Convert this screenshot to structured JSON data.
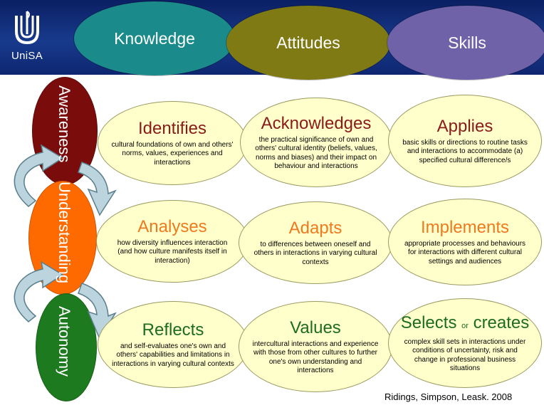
{
  "logo": {
    "wordmark": "UniSA"
  },
  "header": {
    "ovals": [
      {
        "label": "Knowledge",
        "color": "#1a8a8a"
      },
      {
        "label": "Attitudes",
        "color": "#7f7a14"
      },
      {
        "label": "Skills",
        "color": "#6f62a8"
      }
    ]
  },
  "stages": [
    {
      "label": "Awareness",
      "color": "#7a0c0c"
    },
    {
      "label": "Understanding",
      "color": "#ff6a00"
    },
    {
      "label": "Autonomy",
      "color": "#1e7a1e"
    }
  ],
  "rows": [
    [
      {
        "title": "Identifies",
        "text": "cultural foundations of own and others' norms, values, experiences and interactions"
      },
      {
        "title": "Acknowledges",
        "text": "the practical significance of own and others' cultural identity (beliefs, values, norms and biases) and their impact on behaviour and interactions"
      },
      {
        "title": "Applies",
        "text": "basic skills or directions to routine tasks and interactions to accommodate (a) specified cultural difference/s"
      }
    ],
    [
      {
        "title": "Analyses",
        "text": "how diversity influences interaction (and how culture manifests itself in interaction)"
      },
      {
        "title": "Adapts",
        "text": "to differences between oneself and others in interactions in varying cultural contexts"
      },
      {
        "title": "Implements",
        "text": "appropriate processes and behaviours for interactions with different cultural settings and audiences"
      }
    ],
    [
      {
        "title": "Reflects",
        "text": "and self-evaluates one's own and others' capabilities and limitations in interactions in varying cultural contexts"
      },
      {
        "title": "Values",
        "text": "intercultural interactions and experience with those from other cultures to further one's own understanding and interactions"
      },
      {
        "title_a": "Selects",
        "title_or": "or",
        "title_b": "creates",
        "text": "complex skill sets in interactions under conditions of uncertainty, risk and change in professional business situations"
      }
    ]
  ],
  "citation": "Ridings, Simpson, Leask. 2008"
}
